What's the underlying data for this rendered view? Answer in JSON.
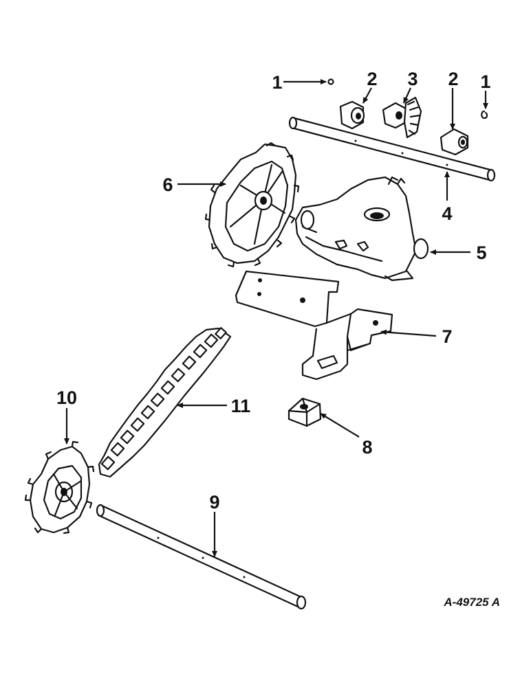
{
  "figure": {
    "reference_number": "A-49725 A"
  },
  "callouts": [
    {
      "id": "c1a",
      "label": "1",
      "part": "pin"
    },
    {
      "id": "c2a",
      "label": "2",
      "part": "bushing"
    },
    {
      "id": "c3",
      "label": "3",
      "part": "bevel-gear"
    },
    {
      "id": "c2b",
      "label": "2",
      "part": "bushing"
    },
    {
      "id": "c1b",
      "label": "1",
      "part": "cotter-pin"
    },
    {
      "id": "c4",
      "label": "4",
      "part": "upper-shaft"
    },
    {
      "id": "c6",
      "label": "6",
      "part": "large-sprocket"
    },
    {
      "id": "c5",
      "label": "5",
      "part": "gear-housing"
    },
    {
      "id": "c7",
      "label": "7",
      "part": "mounting-bracket"
    },
    {
      "id": "c8",
      "label": "8",
      "part": "square-block"
    },
    {
      "id": "c10",
      "label": "10",
      "part": "small-sprocket"
    },
    {
      "id": "c11",
      "label": "11",
      "part": "drive-chain"
    },
    {
      "id": "c9",
      "label": "9",
      "part": "lower-shaft"
    }
  ],
  "colors": {
    "ink": "#111111",
    "paper": "#ffffff"
  }
}
